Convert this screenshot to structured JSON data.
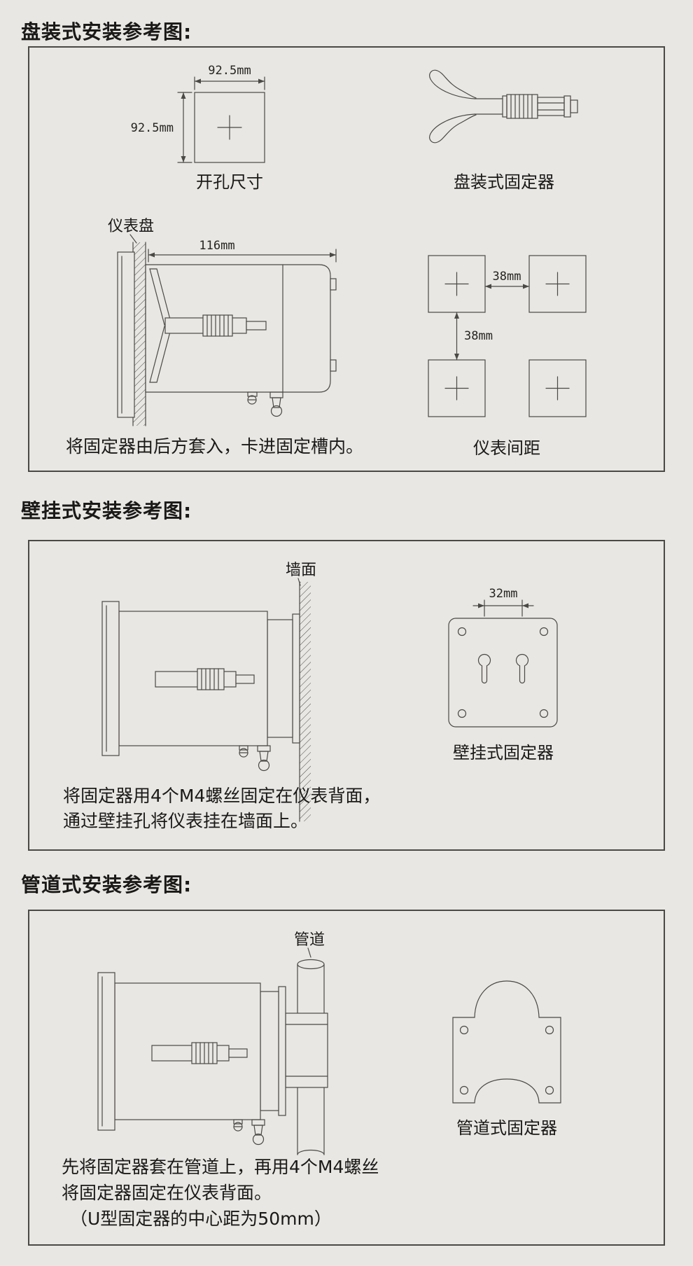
{
  "colors": {
    "background": "#e9e7e4",
    "line": "#4b4946",
    "text": "#1a1917"
  },
  "panel_section": {
    "title": "盘装式安装参考图:",
    "cutout_width": "92.5mm",
    "cutout_height": "92.5mm",
    "cutout_label": "开孔尺寸",
    "fixture_label": "盘装式固定器",
    "panel_label": "仪表盘",
    "depth_dim": "116mm",
    "spacing_h": "38mm",
    "spacing_v": "38mm",
    "spacing_label": "仪表间距",
    "instruction": "将固定器由后方套入，卡进固定槽内。"
  },
  "wall_section": {
    "title": "壁挂式安装参考图:",
    "wall_label": "墙面",
    "hole_dim": "32mm",
    "fixture_label": "壁挂式固定器",
    "instruction_1": "将固定器用4个M4螺丝固定在仪表背面，",
    "instruction_2": "通过壁挂孔将仪表挂在墙面上。"
  },
  "pipe_section": {
    "title": "管道式安装参考图:",
    "pipe_label": "管道",
    "fixture_label": "管道式固定器",
    "instruction_1": "先将固定器套在管道上，再用4个M4螺丝",
    "instruction_2": "将固定器固定在仪表背面。",
    "instruction_3": "（U型固定器的中心距为50mm）"
  }
}
